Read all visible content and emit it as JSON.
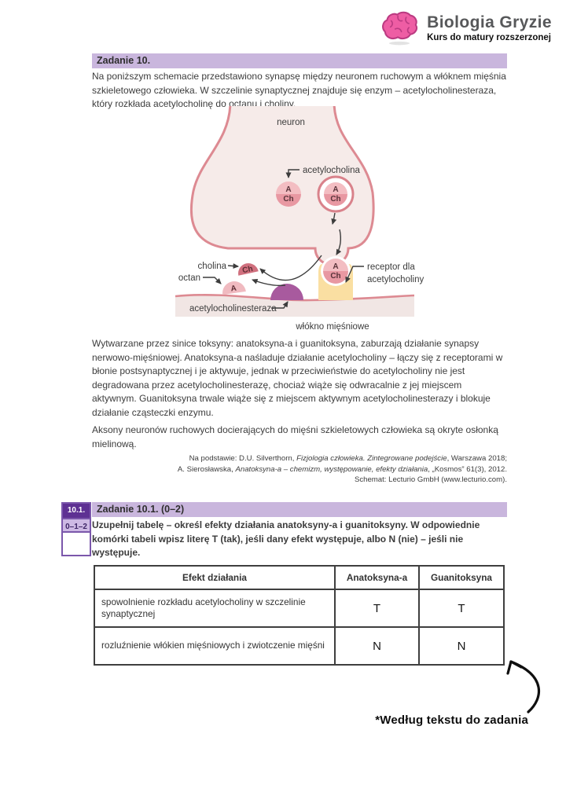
{
  "logo": {
    "icon": "brain-icon",
    "title": "Biologia Gryzie",
    "subtitle": "Kurs do matury rozszerzonej",
    "brain_color": "#ee5da4"
  },
  "task10": {
    "header": "Zadanie 10.",
    "intro": "Na poniższym schemacie przedstawiono synapsę między neuronem ruchowym a włóknem mięśnia szkieletowego człowieka. W szczelinie synaptycznej znajduje się enzym – acetylocholinesteraza, który rozkłada acetylocholinę do octanu i choliny.",
    "para_toxins": "Wytwarzane przez sinice toksyny: anatoksyna-a i guanitoksyna, zaburzają działanie synapsy nerwowo-mięśniowej. Anatoksyna-a naśladuje działanie acetylocholiny – łączy się z receptorami w błonie postsynaptycznej i je aktywuje, jednak w przeciwieństwie do acetylocholiny nie jest degradowana przez acetylocholinesterazę, chociaż wiąże się odwracalnie z jej miejscem aktywnym. Guanitoksyna trwale wiąże się z miejscem aktywnym acetylocholinesterazy i blokuje działanie cząsteczki enzymu.",
    "para_axons": "Aksony neuronów ruchowych docierających do mięśni szkieletowych człowieka są okryte osłonką mielinową.",
    "citation": {
      "line1_pre": "Na podstawie: D.U. Silverthorn, ",
      "line1_italic": "Fizjologia człowieka. Zintegrowane podejście",
      "line1_post": ", Warszawa 2018;",
      "line2_pre": "A. Sierosławska, ",
      "line2_italic": "Anatoksyna-a – chemizm, występowanie, efekty działania",
      "line2_post": ", „Kosmos” 61(3), 2012.",
      "line3": "Schemat: Lecturio GmbH (www.lecturio.com)."
    }
  },
  "diagram": {
    "labels": {
      "neuron": "neuron",
      "acetylocholina": "acetylocholina",
      "cholina": "cholina",
      "octan": "octan",
      "acetylocholinesteraza": "acetylocholinesteraza",
      "receptor_line1": "receptor dla",
      "receptor_line2": "acetylocholiny",
      "wlokno": "włókno mięśniowe",
      "molecule_a": "A",
      "molecule_ch": "Ch"
    },
    "colors": {
      "neuron_fill": "#f6ebe9",
      "neuron_stroke": "#dd8a92",
      "vesicle_top": "#f3bdc2",
      "vesicle_bottom": "#e898a2",
      "receptor_yellow": "#fadfa2",
      "enzyme_purple": "#a85a9e",
      "muscle_fill": "#f1e6e4",
      "cholina_dome": "#d0707e",
      "octan_dome": "#f0bac0"
    }
  },
  "task101": {
    "badge_number": "10.1.",
    "badge_points": "0–1–2",
    "header": "Zadanie 10.1. (0–2)",
    "command": "Uzupełnij tabelę – określ efekty działania anatoksyny-a i guanitoksyny. W odpowiednie komórki tabeli wpisz literę T (tak), jeśli dany efekt występuje, albo N (nie) – jeśli nie występuje.",
    "table": {
      "headers": [
        "Efekt działania",
        "Anatoksyna-a",
        "Guanitoksyna"
      ],
      "rows": [
        {
          "effect": "spowolnienie rozkładu acetylocholiny w szczelinie synaptycznej",
          "anatoksyna": "T",
          "guanitoksyna": "T"
        },
        {
          "effect": "rozluźnienie włókien mięśniowych i zwiotczenie mięśni",
          "anatoksyna": "N",
          "guanitoksyna": "N"
        }
      ]
    },
    "footnote": "*Według tekstu do zadania"
  }
}
